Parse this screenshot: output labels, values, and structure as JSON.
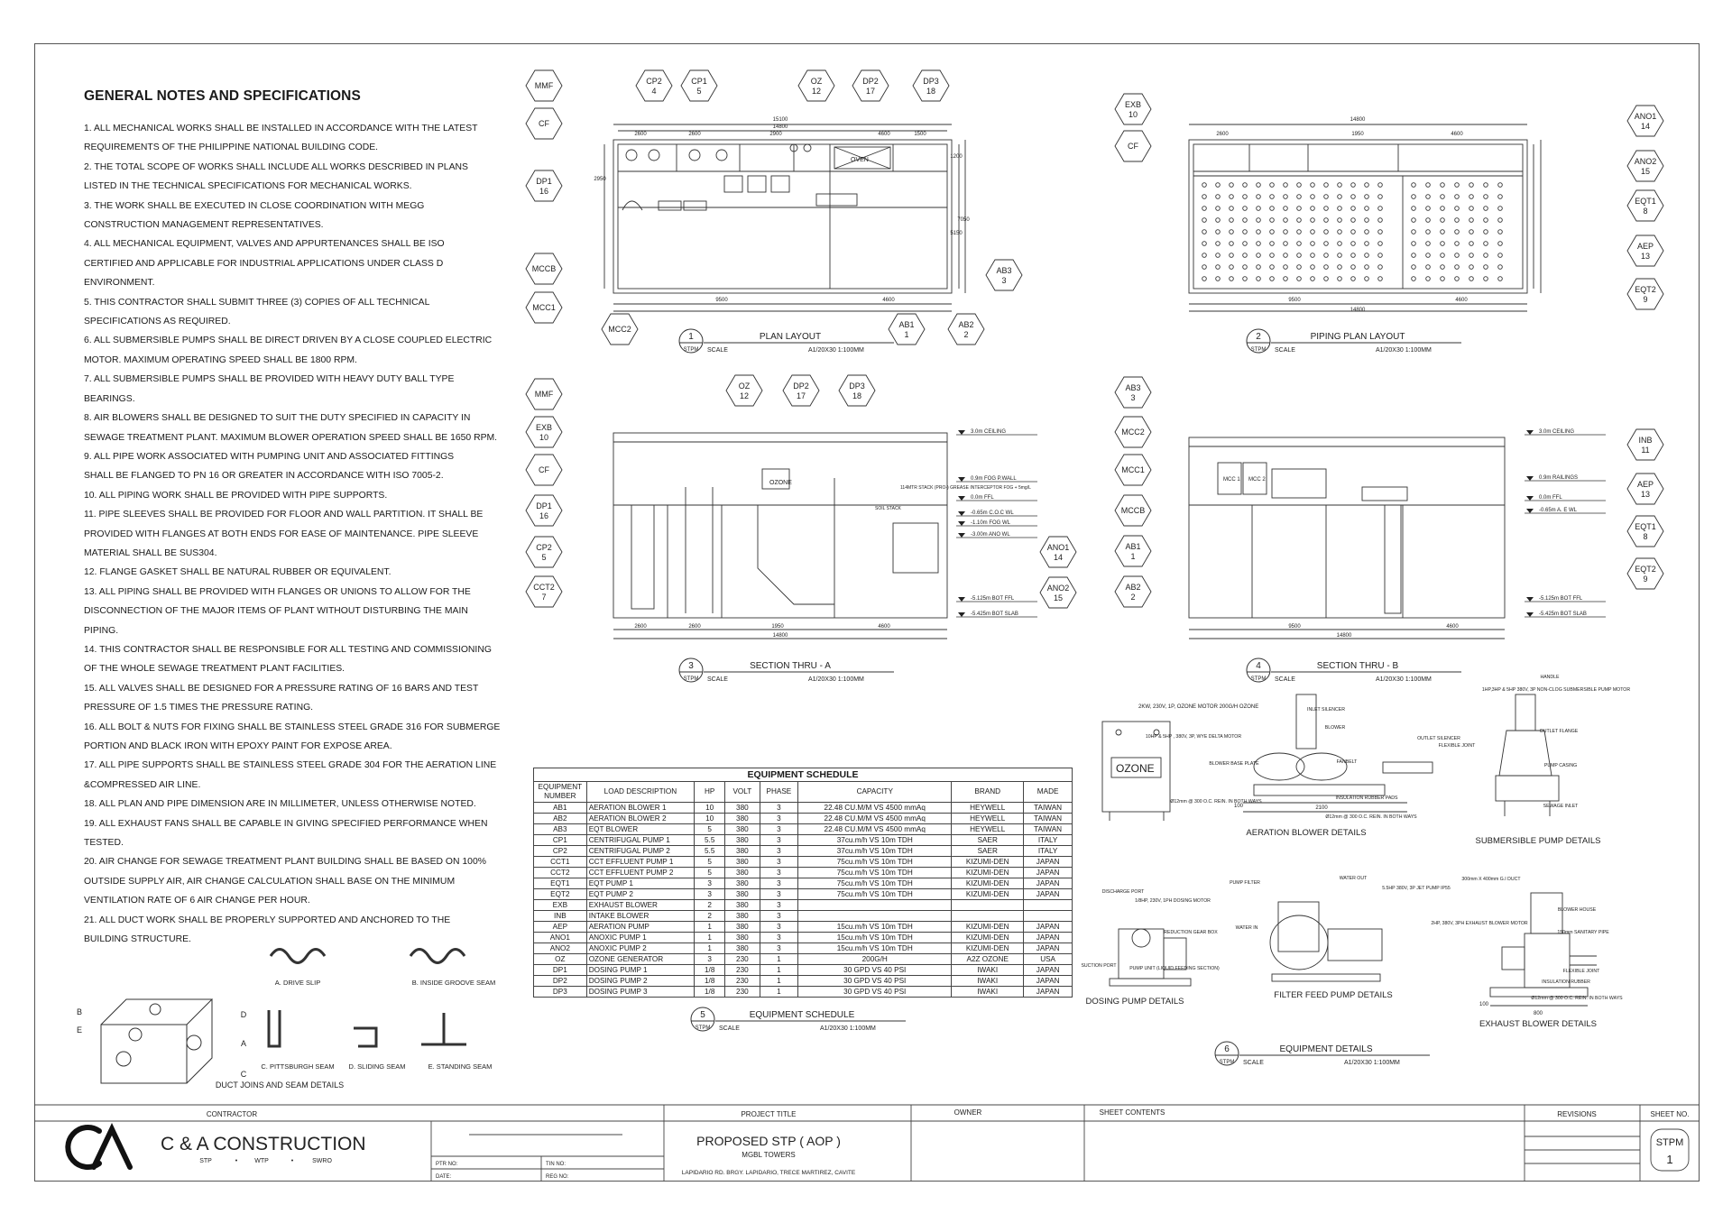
{
  "notes": {
    "title": "GENERAL NOTES AND SPECIFICATIONS",
    "items": [
      "1.   ALL MECHANICAL WORKS SHALL BE INSTALLED IN ACCORDANCE WITH THE LATEST",
      "REQUIREMENTS OF THE PHILIPPINE NATIONAL BUILDING CODE.",
      "2.   THE TOTAL SCOPE OF WORKS SHALL INCLUDE ALL WORKS DESCRIBED IN PLANS",
      "LISTED IN THE TECHNICAL SPECIFICATIONS FOR MECHANICAL WORKS.",
      "3.   THE WORK SHALL BE EXECUTED IN CLOSE COORDINATION WITH MEGG",
      "CONSTRUCTION MANAGEMENT REPRESENTATIVES.",
      "4.   ALL MECHANICAL EQUIPMENT, VALVES AND APPURTENANCES SHALL BE ISO",
      "CERTIFIED AND APPLICABLE FOR INDUSTRIAL APPLICATIONS UNDER CLASS D",
      "ENVIRONMENT.",
      "5.   THIS CONTRACTOR SHALL SUBMIT THREE (3) COPIES OF ALL TECHNICAL",
      "SPECIFICATIONS AS REQUIRED.",
      "6.   ALL SUBMERSIBLE PUMPS SHALL BE DIRECT DRIVEN BY A CLOSE COUPLED ELECTRIC",
      "MOTOR. MAXIMUM OPERATING SPEED SHALL BE 1800 RPM.",
      "7.   ALL SUBMERSIBLE PUMPS SHALL BE PROVIDED WITH HEAVY DUTY BALL TYPE",
      "BEARINGS.",
      "8.   AIR BLOWERS SHALL BE DESIGNED TO SUIT THE DUTY SPECIFIED IN CAPACITY IN",
      "SEWAGE TREATMENT PLANT. MAXIMUM BLOWER OPERATION SPEED SHALL BE 1650 RPM.",
      "9.   ALL PIPE WORK ASSOCIATED WITH PUMPING UNIT AND ASSOCIATED FITTINGS",
      "SHALL BE FLANGED TO PN 16 OR GREATER IN ACCORDANCE WITH ISO 7005-2.",
      "10.  ALL PIPING WORK SHALL BE PROVIDED WITH PIPE SUPPORTS.",
      "11.  PIPE SLEEVES SHALL BE PROVIDED FOR FLOOR AND WALL PARTITION. IT SHALL BE",
      "PROVIDED WITH FLANGES AT BOTH ENDS FOR EASE OF MAINTENANCE. PIPE SLEEVE",
      "MATERIAL SHALL BE SUS304.",
      "12.  FLANGE GASKET SHALL BE NATURAL RUBBER OR EQUIVALENT.",
      "13.  ALL PIPING SHALL BE PROVIDED WITH FLANGES OR UNIONS TO ALLOW FOR THE",
      "DISCONNECTION OF THE MAJOR ITEMS OF PLANT WITHOUT DISTURBING THE MAIN",
      "PIPING.",
      "14.  THIS CONTRACTOR SHALL BE RESPONSIBLE FOR ALL TESTING AND COMMISSIONING",
      "OF THE WHOLE SEWAGE TREATMENT PLANT FACILITIES.",
      "15.  ALL VALVES SHALL BE DESIGNED FOR A PRESSURE RATING OF 16 BARS AND TEST",
      "PRESSURE OF 1.5 TIMES THE PRESSURE RATING.",
      "16.  ALL BOLT & NUTS FOR FIXING SHALL BE STAINLESS STEEL GRADE 316 FOR SUBMERGE",
      "PORTION AND BLACK IRON WITH EPOXY PAINT FOR EXPOSE AREA.",
      "17.  ALL PIPE SUPPORTS SHALL BE STAINLESS STEEL GRADE 304 FOR THE AERATION LINE",
      "&COMPRESSED AIR LINE.",
      "18.  ALL PLAN AND PIPE DIMENSION ARE IN MILLIMETER, UNLESS OTHERWISE NOTED.",
      "19.  ALL EXHAUST FANS SHALL BE CAPABLE IN GIVING SPECIFIED PERFORMANCE WHEN",
      "TESTED.",
      "20.  AIR CHANGE FOR SEWAGE TREATMENT PLANT BUILDING SHALL BE BASED ON 100%",
      "OUTSIDE SUPPLY AIR, AIR CHANGE CALCULATION SHALL BASE ON THE MINIMUM",
      "VENTILATION RATE OF 6 AIR CHANGE PER HOUR.",
      "21.  ALL DUCT WORK SHALL BE PROPERLY SUPPORTED AND ANCHORED TO THE",
      "BUILDING STRUCTURE."
    ]
  },
  "duct": {
    "caption": "DUCT JOINS AND SEAM DETAILS",
    "seams": [
      "A. DRIVE SLIP",
      "B. INSIDE GROOVE SEAM",
      "C. PITTSBURGH SEAM",
      "D. SLIDING SEAM",
      "E. STANDING SEAM"
    ],
    "letters": [
      "B",
      "E",
      "D",
      "A",
      "C"
    ]
  },
  "views": [
    {
      "num": "1",
      "ref": "STPM",
      "title": "PLAN LAYOUT",
      "scale_label": "SCALE",
      "scale": "A1/20X30 1:100MM"
    },
    {
      "num": "2",
      "ref": "STPM",
      "title": "PIPING PLAN LAYOUT",
      "scale_label": "SCALE",
      "scale": "A1/20X30 1:100MM"
    },
    {
      "num": "3",
      "ref": "STPM",
      "title": "SECTION THRU - A",
      "scale_label": "SCALE",
      "scale": "A1/20X30 1:100MM"
    },
    {
      "num": "4",
      "ref": "STPM",
      "title": "SECTION THRU - B",
      "scale_label": "SCALE",
      "scale": "A1/20X30 1:100MM"
    },
    {
      "num": "5",
      "ref": "STPM",
      "title": "EQUIPMENT SCHEDULE",
      "scale_label": "SCALE",
      "scale": "A1/20X30 1:100MM"
    },
    {
      "num": "6",
      "ref": "STPM",
      "title": "EQUIPMENT DETAILS",
      "scale_label": "SCALE",
      "scale": "A1/20X30 1:100MM"
    }
  ],
  "tags": {
    "plan": [
      {
        "a": "MMF",
        "b": ""
      },
      {
        "a": "CF",
        "b": ""
      },
      {
        "a": "DP1",
        "b": "16"
      },
      {
        "a": "MCCB",
        "b": ""
      },
      {
        "a": "MCC1",
        "b": ""
      },
      {
        "a": "MCC2",
        "b": ""
      },
      {
        "a": "CP2",
        "b": "4"
      },
      {
        "a": "CP1",
        "b": "5"
      },
      {
        "a": "OZ",
        "b": "12"
      },
      {
        "a": "DP2",
        "b": "17"
      },
      {
        "a": "DP3",
        "b": "18"
      },
      {
        "a": "AB3",
        "b": "3"
      },
      {
        "a": "AB1",
        "b": "1"
      },
      {
        "a": "AB2",
        "b": "2"
      }
    ],
    "piping": [
      {
        "a": "EXB",
        "b": "10"
      },
      {
        "a": "CF",
        "b": ""
      },
      {
        "a": "ANO1",
        "b": "14"
      },
      {
        "a": "ANO2",
        "b": "15"
      },
      {
        "a": "EQT1",
        "b": "8"
      },
      {
        "a": "AEP",
        "b": "13"
      },
      {
        "a": "EQT2",
        "b": "9"
      }
    ],
    "secA": [
      {
        "a": "MMF",
        "b": ""
      },
      {
        "a": "EXB",
        "b": "10"
      },
      {
        "a": "CF",
        "b": ""
      },
      {
        "a": "DP1",
        "b": "16"
      },
      {
        "a": "CP2",
        "b": "5"
      },
      {
        "a": "CCT2",
        "b": "7"
      },
      {
        "a": "OZ",
        "b": "12"
      },
      {
        "a": "DP2",
        "b": "17"
      },
      {
        "a": "DP3",
        "b": "18"
      },
      {
        "a": "ANO1",
        "b": "14"
      },
      {
        "a": "ANO2",
        "b": "15"
      }
    ],
    "secB": [
      {
        "a": "AB3",
        "b": "3"
      },
      {
        "a": "MCC2",
        "b": ""
      },
      {
        "a": "MCC1",
        "b": ""
      },
      {
        "a": "MCCB",
        "b": ""
      },
      {
        "a": "AB1",
        "b": "1"
      },
      {
        "a": "AB2",
        "b": "2"
      },
      {
        "a": "INB",
        "b": "11"
      },
      {
        "a": "AEP",
        "b": "13"
      },
      {
        "a": "EQT1",
        "b": "8"
      },
      {
        "a": "EQT2",
        "b": "9"
      }
    ]
  },
  "dims": {
    "plan_top": "15100",
    "plan_inner": "14800",
    "plan_seg": [
      "2600",
      "2600",
      "2900",
      "4600",
      "1500"
    ],
    "plan_bottom": [
      "9500",
      "4600"
    ],
    "plan_side": [
      "1200",
      "5150",
      "7050",
      "2950"
    ],
    "piping_top": "14800",
    "piping_seg": [
      "2600",
      "1950",
      "4600"
    ],
    "piping_bottom": [
      "9500",
      "4600"
    ],
    "piping_total": "14800",
    "secA_bottom": [
      "2600",
      "2600",
      "1950",
      "4600"
    ],
    "secA_total": "14800",
    "secB_bottom": [
      "9500",
      "4600"
    ],
    "secB_total": "14800"
  },
  "levels": {
    "secA": [
      "3.0m CEILING",
      "0.9m FOG P.WALL",
      "0.0m FFL",
      "-0.65m C.O.C WL",
      "-1.10m FOG WL",
      "-3.00m ANO WL",
      "-5.125m BOT FFL",
      "-5.425m BOT SLAB"
    ],
    "secB": [
      "3.0m CEILING",
      "0.9m RAILINGS",
      "0.0m FFL",
      "-0.65m A. E WL",
      "-5.125m BOT FFL",
      "-5.425m BOT SLAB"
    ]
  },
  "labels": {
    "ozone_box": "OZONE",
    "oven": "OVEN",
    "mcc1": "MCC 1",
    "mcc2": "MCC 2",
    "soil_stack": "SOIL STACK",
    "trap_note": "114MTR STACK (PRO-) GREASE INTERCEPTOR FOG + 5mg/L"
  },
  "schedule": {
    "title": "EQUIPMENT SCHEDULE",
    "headers": [
      "EQUIPMENT NUMBER",
      "LOAD DESCRIPTION",
      "HP",
      "VOLT",
      "PHASE",
      "CAPACITY",
      "BRAND",
      "MADE"
    ],
    "rows": [
      [
        "AB1",
        "AERATION BLOWER 1",
        "10",
        "380",
        "3",
        "22.48 CU.M/M VS 4500 mmAq",
        "HEYWELL",
        "TAIWAN"
      ],
      [
        "AB2",
        "AERATION BLOWER 2",
        "10",
        "380",
        "3",
        "22.48 CU.M/M VS 4500 mmAq",
        "HEYWELL",
        "TAIWAN"
      ],
      [
        "AB3",
        "EQT BLOWER",
        "5",
        "380",
        "3",
        "22.48 CU.M/M VS 4500 mmAq",
        "HEYWELL",
        "TAIWAN"
      ],
      [
        "CP1",
        "CENTRIFUGAL PUMP 1",
        "5.5",
        "380",
        "3",
        "37cu.m/h VS 10m TDH",
        "SAER",
        "ITALY"
      ],
      [
        "CP2",
        "CENTRIFUGAL PUMP 2",
        "5.5",
        "380",
        "3",
        "37cu.m/h VS 10m TDH",
        "SAER",
        "ITALY"
      ],
      [
        "CCT1",
        "CCT EFFLUENT PUMP 1",
        "5",
        "380",
        "3",
        "75cu.m/h VS 10m TDH",
        "KIZUMI-DEN",
        "JAPAN"
      ],
      [
        "CCT2",
        "CCT EFFLUENT PUMP 2",
        "5",
        "380",
        "3",
        "75cu.m/h VS 10m TDH",
        "KIZUMI-DEN",
        "JAPAN"
      ],
      [
        "EQT1",
        "EQT PUMP 1",
        "3",
        "380",
        "3",
        "75cu.m/h VS 10m TDH",
        "KIZUMI-DEN",
        "JAPAN"
      ],
      [
        "EQT2",
        "EQT PUMP 2",
        "3",
        "380",
        "3",
        "75cu.m/h VS 10m TDH",
        "KIZUMI-DEN",
        "JAPAN"
      ],
      [
        "EXB",
        "EXHAUST BLOWER",
        "2",
        "380",
        "3",
        "",
        "",
        ""
      ],
      [
        "INB",
        "INTAKE BLOWER",
        "2",
        "380",
        "3",
        "",
        "",
        ""
      ],
      [
        "AEP",
        "AERATION PUMP",
        "1",
        "380",
        "3",
        "15cu.m/h VS 10m TDH",
        "KIZUMI-DEN",
        "JAPAN"
      ],
      [
        "ANO1",
        "ANOXIC PUMP 1",
        "1",
        "380",
        "3",
        "15cu.m/h VS 10m TDH",
        "KIZUMI-DEN",
        "JAPAN"
      ],
      [
        "ANO2",
        "ANOXIC PUMP 2",
        "1",
        "380",
        "3",
        "15cu.m/h VS 10m TDH",
        "KIZUMI-DEN",
        "JAPAN"
      ],
      [
        "OZ",
        "OZONE GENERATOR",
        "3",
        "230",
        "1",
        "200G/H",
        "A2Z OZONE",
        "USA"
      ],
      [
        "DP1",
        "DOSING PUMP 1",
        "1/8",
        "230",
        "1",
        "30 GPD VS 40 PSI",
        "IWAKI",
        "JAPAN"
      ],
      [
        "DP2",
        "DOSING PUMP 2",
        "1/8",
        "230",
        "1",
        "30 GPD VS 40 PSI",
        "IWAKI",
        "JAPAN"
      ],
      [
        "DP3",
        "DOSING PUMP 3",
        "1/8",
        "230",
        "1",
        "30 GPD VS 40 PSI",
        "IWAKI",
        "JAPAN"
      ]
    ]
  },
  "details": {
    "ozone": {
      "caption": "",
      "note": "2KW, 230V, 1P, OZONE MOTOR 200G/H OZONE",
      "label": "OZONE"
    },
    "aeration": {
      "caption": "AERATION BLOWER DETAILS",
      "notes": [
        "INLET SILENCER",
        "BLOWER",
        "10HP & 5HP , 380V, 3P, WYE DELTA MOTOR",
        "FANBELT",
        "OUTLET SILENCER",
        "FLEXIBLE JOINT",
        "BLOWER BASE PLATE",
        "INSULATION RUBBER PADS",
        "Ø12mm @ 300 O.C. REIN. IN BOTH WAYS",
        "Ø12mm @ 300 O.C. REIN. IN BOTH WAYS"
      ],
      "dims": [
        "2100",
        "100"
      ]
    },
    "submersible": {
      "caption": "SUBMERSIBLE PUMP DETAILS",
      "notes": [
        "HANDLE",
        "1HP,3HP & 5HP 380V, 3P NON-CLOG SUBMERSIBLE PUMP MOTOR",
        "OUTLET FLANGE",
        "PUMP CASING",
        "SEWAGE INLET"
      ]
    },
    "dosing": {
      "caption": "DOSING PUMP DETAILS",
      "notes": [
        "DISCHARGE PORT",
        "1/8HP, 230V, 1PH DOSING MOTOR",
        "REDUCTION GEAR BOX",
        "SUCTION PORT",
        "PUMP UNIT (LIQUID FEEDING SECTION)"
      ]
    },
    "filter": {
      "caption": "FILTER FEED PUMP DETAILS",
      "notes": [
        "PUMP FILTER",
        "WATER OUT",
        "5.5HP 380V, 3P JET PUMP IP55",
        "WATER IN"
      ]
    },
    "exhaust": {
      "caption": "EXHAUST BLOWER DETAILS",
      "notes": [
        "300mm X 400mm G.I DUCT",
        "2HP, 380V, 3PH EXHAUST BLOWER MOTOR",
        "BLOWER HOUSE",
        "150mm SANITARY PIPE",
        "FLEXIBLE JOINT",
        "INSULATION RUBBER",
        "Ø12mm @ 300 O.C. REIN. IN BOTH WAYS"
      ],
      "dims": [
        "800",
        "100"
      ]
    }
  },
  "titleblock": {
    "contractor_label": "CONTRACTOR",
    "company": "C & A CONSTRUCTION",
    "services": [
      "STP",
      "•",
      "WTP",
      "•",
      "SWRO"
    ],
    "ptr_no": "PTR NO:",
    "tin_no": "TIN NO:",
    "date": "DATE:",
    "reg_no": "REG NO:",
    "project_label": "PROJECT TITLE",
    "project": "PROPOSED STP ( AOP )",
    "project_sub": "MGBL TOWERS",
    "address": "LAPIDARIO RD. BRGY. LAPIDARIO, TRECE MARTIREZ, CAVITE",
    "owner_label": "OWNER",
    "contents_label": "SHEET CONTENTS",
    "revisions_label": "REVISIONS",
    "sheet_label": "SHEET NO.",
    "sheet_code": "STPM",
    "sheet_num": "1"
  }
}
